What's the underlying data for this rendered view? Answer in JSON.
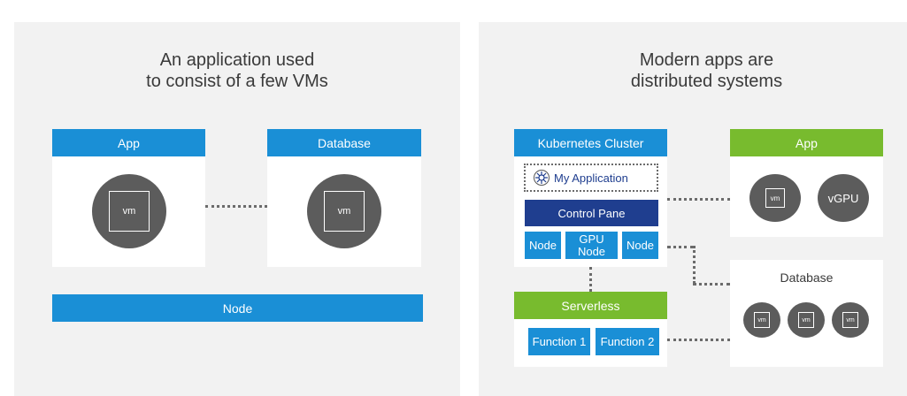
{
  "left": {
    "title_line1": "An application used",
    "title_line2": "to consist of a few VMs",
    "app_label": "App",
    "database_label": "Database",
    "vm_label_app": "vm",
    "vm_label_db": "vm",
    "node_label": "Node"
  },
  "right": {
    "title_line1": "Modern apps are",
    "title_line2": "distributed systems",
    "cluster_label": "Kubernetes Cluster",
    "my_application_label": "My Application",
    "control_pane_label": "Control Pane",
    "node1_label": "Node",
    "gpu_node_line1": "GPU",
    "gpu_node_line2": "Node",
    "node2_label": "Node",
    "serverless_label": "Serverless",
    "function1_label": "Function 1",
    "function2_label": "Function 2",
    "app_label": "App",
    "app_vm_label": "vm",
    "vgpu_label": "vGPU",
    "database_label": "Database",
    "db_vm1_label": "vm",
    "db_vm2_label": "vm",
    "db_vm3_label": "vm"
  },
  "colors": {
    "panel_bg": "#f2f2f2",
    "header_blue": "#1a8fd6",
    "header_green": "#78bb2e",
    "navy": "#1f3e8f",
    "vm_circle": "#5c5c5c"
  }
}
